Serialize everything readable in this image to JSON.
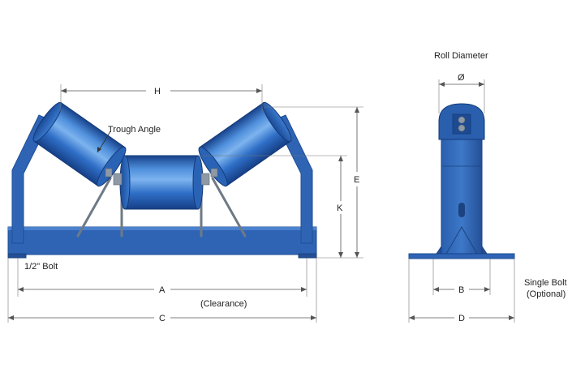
{
  "labels": {
    "h": "H",
    "trough_angle": "Trough Angle",
    "e": "E",
    "k": "K",
    "bolt": "1/2\" Bolt",
    "a": "A",
    "clearance": "(Clearance)",
    "c": "C",
    "roll_diameter": "Roll Diameter",
    "diameter_symbol": "Ø",
    "b": "B",
    "d": "D",
    "single_bolt_line1": "Single Bolt",
    "single_bolt_line2": "(Optional)"
  },
  "colors": {
    "roller_light": "#6aa6e8",
    "roller_mid": "#2f6fc7",
    "roller_dark": "#17428a",
    "frame": "#2f64b5",
    "dimension_line": "#555555"
  }
}
